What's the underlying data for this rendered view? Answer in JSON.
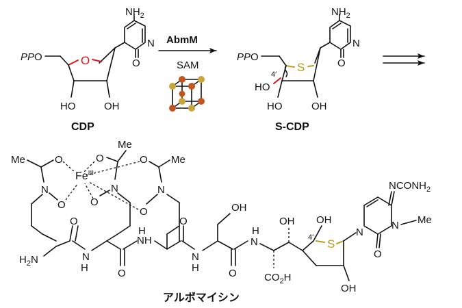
{
  "reaction": {
    "enzyme": "AbmM",
    "cofactor": "SAM",
    "substrate_name": "CDP",
    "product_name": "S-CDP",
    "pp_label": "PP",
    "o_label": "O",
    "s_label": "S",
    "nh2": "NH",
    "nh2_sub": "2",
    "n": "N",
    "oh": "OH",
    "ho": "HO",
    "o": "O",
    "pos_label": "4′"
  },
  "product": {
    "name": "アルボマイシン",
    "me": "Me",
    "fe": "Fe",
    "fe_ox": "III",
    "h2n": "H",
    "h2n_n": "N",
    "nh": "NH",
    "h": "H",
    "n": "N",
    "o": "O",
    "oh": "OH",
    "co2h": "CO",
    "co2h_sub": "2",
    "co2h_h": "H",
    "s": "S",
    "nconh2": "NCONH",
    "nconh2_sub": "2",
    "n_me": "N",
    "me2": "Me",
    "pos_label": "4′"
  },
  "colors": {
    "ring_oxygen": "#d4171c",
    "sulfur": "#b99a17",
    "cluster_iron": "#c0561c",
    "cluster_sulfur": "#c9a53a"
  },
  "icons": [
    "fe4s4-cluster-icon",
    "reaction-arrow-icon",
    "multistep-arrow-icon"
  ]
}
